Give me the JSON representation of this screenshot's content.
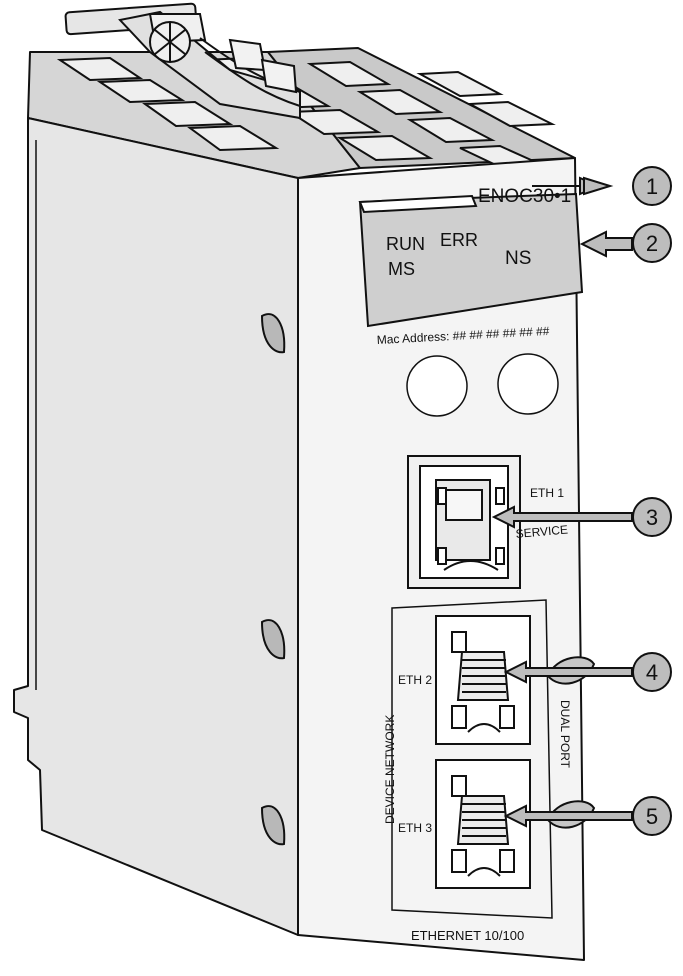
{
  "module": {
    "model": "ENOC30•1",
    "leds": {
      "run": "RUN",
      "err": "ERR",
      "ms": "MS",
      "ns": "NS"
    },
    "mac_label": "Mac Address: ## ## ## ## ## ##",
    "ports": {
      "eth1": "ETH 1",
      "service": "SERVICE",
      "eth2": "ETH 2",
      "eth3": "ETH 3",
      "device_network": "DEVICE NETWORK",
      "dual_port": "DUAL PORT",
      "ethernet": "ETHERNET 10/100"
    }
  },
  "callouts": [
    "1",
    "2",
    "3",
    "4",
    "5"
  ],
  "colors": {
    "line": "#111111",
    "face_light": "#f4f4f4",
    "side": "#e2e2e2",
    "top": "#d4d4d4",
    "display": "#cfcfcf",
    "callout_fill": "#bdbdbd"
  }
}
